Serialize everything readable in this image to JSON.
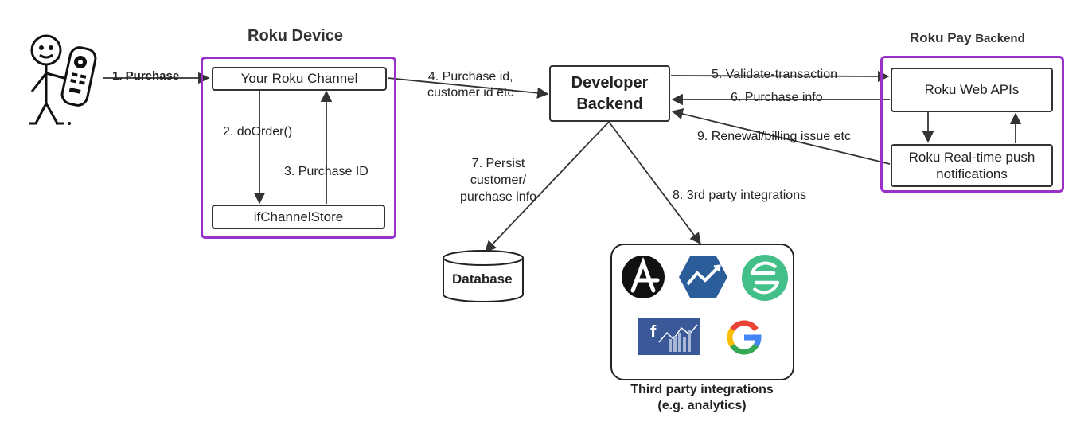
{
  "roku_device": {
    "title": "Roku Device",
    "channel_box": "Your Roku Channel",
    "store_box": "ifChannelStore"
  },
  "roku_pay": {
    "title_part1": "Roku Pay ",
    "title_part2": "Backend",
    "web_apis": "Roku Web APIs",
    "push_line1": "Roku Real-time push",
    "push_line2": "notifications"
  },
  "developer_backend": {
    "line1": "Developer",
    "line2": "Backend"
  },
  "database": {
    "label": "Database"
  },
  "third_party": {
    "caption_line1": "Third party integrations",
    "caption_line2": "(e.g. analytics)",
    "logos": [
      "amplitude-logo",
      "mixpanel-logo",
      "segment-logo",
      "facebook-analytics-logo",
      "google-logo"
    ],
    "fb_letter": "f",
    "google_letter": "G"
  },
  "steps": {
    "s1": "1. Purchase",
    "s2": "2. doOrder()",
    "s3": "3. Purchase ID",
    "s4_line1": "4. Purchase id,",
    "s4_line2": "customer id etc",
    "s5": "5. Validate-transaction",
    "s6": "6. Purchase info",
    "s7_line1": "7. Persist",
    "s7_line2": "customer/",
    "s7_line3": "purchase info",
    "s8": "8. 3rd party integrations",
    "s9": "9. Renewal/billing issue etc"
  },
  "colors": {
    "border_purple": "#9b30c9",
    "line": "#333333",
    "mixpanel_blue": "#2a5d9a",
    "segment_green": "#43c08a",
    "facebook_blue": "#3b5998"
  }
}
